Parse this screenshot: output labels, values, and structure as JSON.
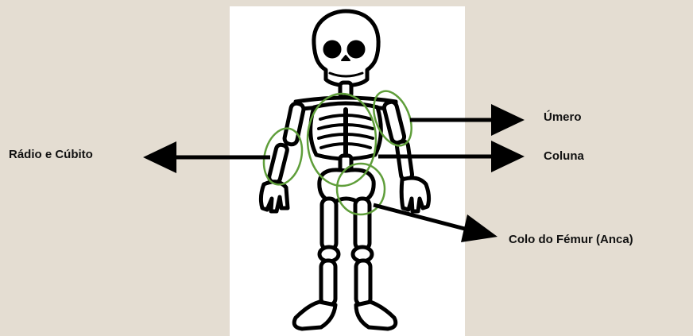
{
  "labels": {
    "radius_ulna": "Rádio e Cúbito",
    "humerus": "Úmero",
    "spine": "Coluna",
    "femur_neck": "Colo do Fémur (Anca)"
  },
  "colors": {
    "background": "#e4ddd2",
    "panel": "#ffffff",
    "bone_outline": "#000000",
    "highlight": "#5f9e3a",
    "arrow": "#000000"
  },
  "icons": {
    "figure": "skeleton-illustration"
  }
}
